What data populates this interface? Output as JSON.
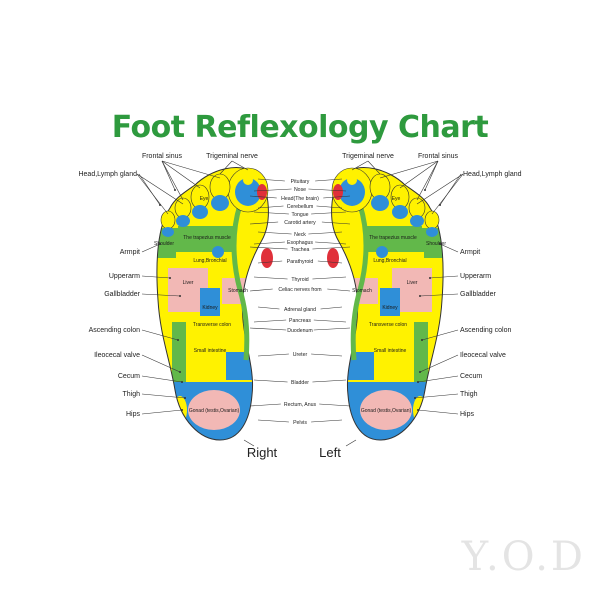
{
  "title": "Foot Reflexology Chart",
  "colors": {
    "title": "#2e9a3e",
    "yellow": "#fff200",
    "blue": "#2f8fd8",
    "green": "#62b84a",
    "pink": "#f2b8b5",
    "red": "#e0303a",
    "outline": "#333333"
  },
  "feet": {
    "right_label": "Right",
    "left_label": "Left"
  },
  "left_side_labels": [
    "Frontal sinus",
    "Head,Lymph gland",
    "Armpit",
    "Upperarm",
    "Gallbladder",
    "Ascending colon",
    "Ileocecal valve",
    "Cecum",
    "Thigh",
    "Hips"
  ],
  "right_side_labels": [
    "Frontal sinus",
    "Head,Lymph gland",
    "Armpit",
    "Upperarm",
    "Gallbladder",
    "Ascending colon",
    "Ileocecal valve",
    "Cecum",
    "Thigh",
    "Hips"
  ],
  "top_labels": {
    "left": "Trigeminal nerve",
    "right": "Trigeminal nerve"
  },
  "center_labels": [
    "Pituitary",
    "Nose",
    "Head(The brain)",
    "Cerebellum",
    "Tongue",
    "Carotid artery",
    "Neck",
    "Esophagus",
    "Trachea",
    "Parathyroid",
    "Thyroid",
    "Celiac nerves from",
    "Adrenal gland",
    "Pancreas",
    "Duodenum",
    "Ureter",
    "Bladder",
    "Rectum, Anus",
    "Pelvis"
  ],
  "zone_labels": {
    "eye": "Eye",
    "shoulder": "Shoulder",
    "trapezius": "The trapezius muscle",
    "lung": "Lung,Bronchial",
    "liver": "Liver",
    "stomach": "Stomach",
    "kidney": "Kidney",
    "transverse_colon": "Transverse colon",
    "small_intestine": "Small intestine",
    "gonad": "Gonad (testis,Ovarian)"
  },
  "watermark": "Y.O.D"
}
